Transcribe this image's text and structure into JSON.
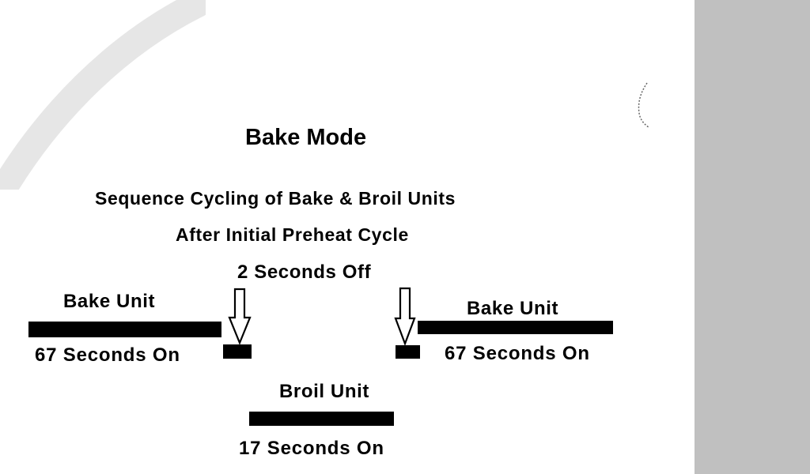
{
  "diagram": {
    "title": "Bake Mode",
    "subtitle_line1": "Sequence Cycling of Bake & Broil Units",
    "subtitle_line2": "After Initial Preheat Cycle",
    "off_period_label": "2 Seconds Off",
    "bake_unit_left": {
      "label": "Bake Unit",
      "on_label": "67 Seconds On"
    },
    "bake_unit_right": {
      "label": "Bake Unit",
      "on_label": "67 Seconds On"
    },
    "broil_unit": {
      "label": "Broil Unit",
      "on_label": "17 Seconds On"
    },
    "colors": {
      "ink": "#000000",
      "paper": "#ffffff",
      "side_panel": "#c0c0c0",
      "watermark": "#d9d9d9"
    }
  }
}
